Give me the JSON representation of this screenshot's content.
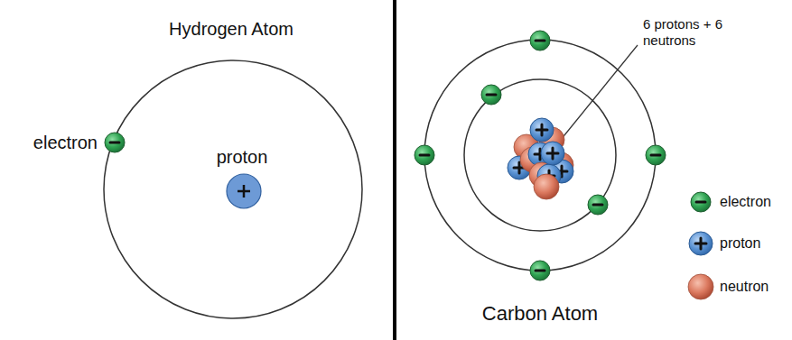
{
  "diagram": {
    "labels": [
      "Hydrogen Atom",
      "electron",
      "proton",
      "6 protons + 6 neutrons",
      "Carbon Atom"
    ],
    "legend": [
      {
        "text": "electron"
      },
      {
        "text": "proton"
      },
      {
        "text": "neutron"
      }
    ]
  }
}
